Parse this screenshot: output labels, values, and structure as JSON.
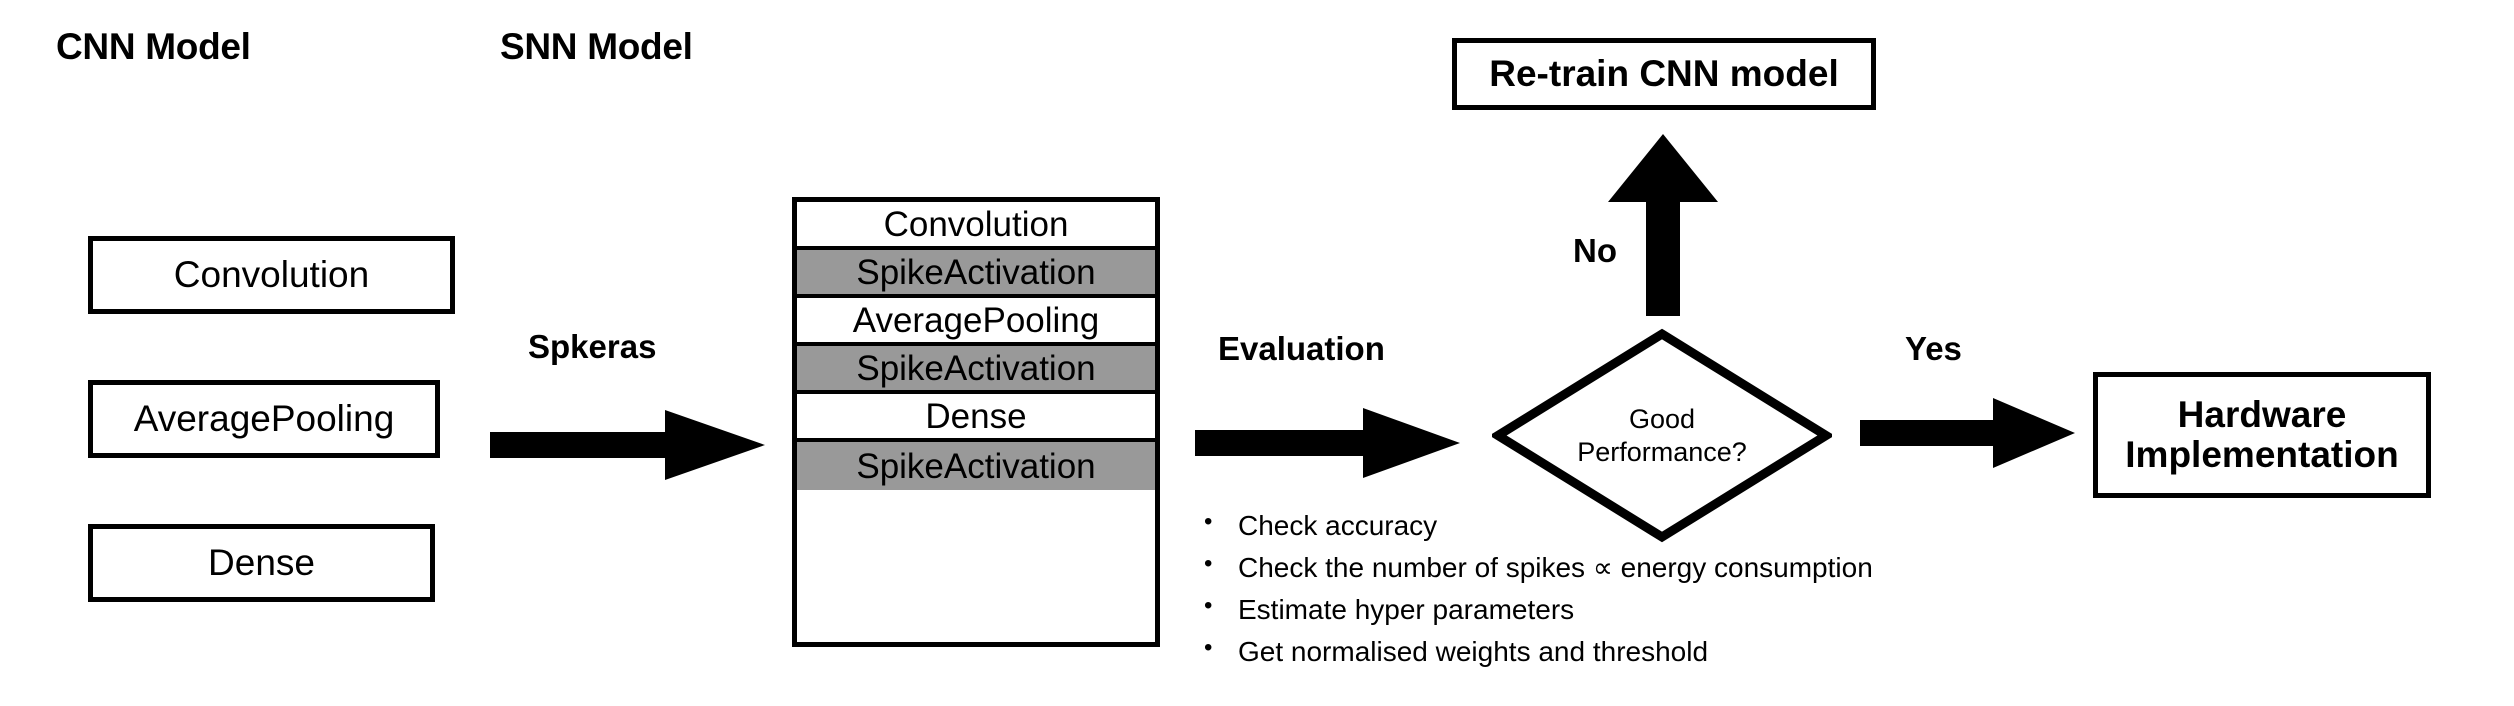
{
  "columns": {
    "cnn_heading": "CNN Model",
    "snn_heading": "SNN Model"
  },
  "cnn_model": {
    "layers": [
      {
        "label": "Convolution"
      },
      {
        "label": "AveragePooling"
      },
      {
        "label": "Dense"
      }
    ]
  },
  "snn_model": {
    "layers": [
      {
        "label": "Convolution",
        "shaded": false
      },
      {
        "label": "SpikeActivation",
        "shaded": true
      },
      {
        "label": "AveragePooling",
        "shaded": false
      },
      {
        "label": "SpikeActivation",
        "shaded": true
      },
      {
        "label": "Dense",
        "shaded": false
      },
      {
        "label": "SpikeActivation",
        "shaded": true
      }
    ]
  },
  "arrows": {
    "spkeras_label": "Spkeras",
    "evaluation_label": "Evaluation",
    "no_label": "No",
    "yes_label": "Yes"
  },
  "decision": {
    "line1": "Good",
    "line2": "Performance?"
  },
  "retrain_box": {
    "label": "Re-train CNN model"
  },
  "hardware_box": {
    "line1": "Hardware",
    "line2": "Implementation"
  },
  "checklist": {
    "items": [
      "Check accuracy",
      "Check the number of spikes ∝ energy consumption",
      "Estimate hyper parameters",
      "Get normalised weights and threshold"
    ]
  },
  "colors": {
    "stroke": "#000000",
    "shaded_layer": "#999999",
    "background": "#ffffff"
  }
}
